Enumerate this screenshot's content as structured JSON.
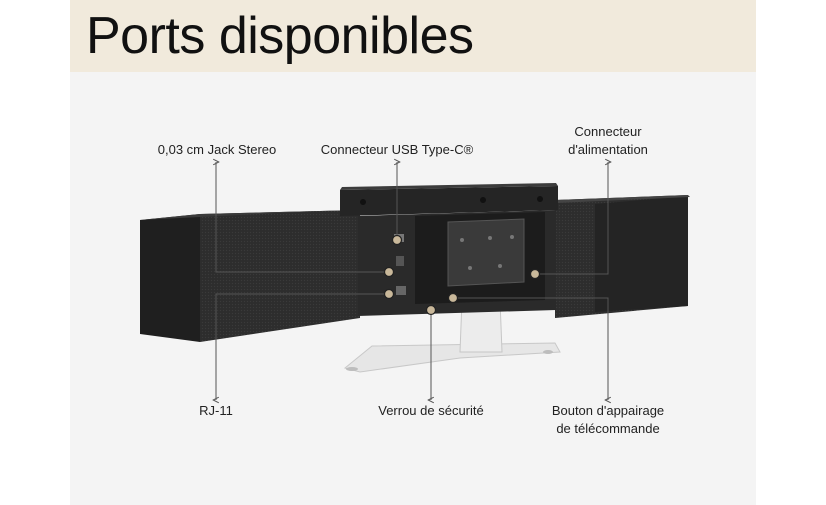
{
  "page": {
    "title": "Ports disponibles"
  },
  "labels": {
    "jack": "0,03 cm Jack Stereo",
    "usb": "Connecteur USB Type-C®",
    "power_line1": "Connecteur",
    "power_line2": "d'alimentation",
    "rj11": "RJ-11",
    "lock": "Verrou de sécurité",
    "pair_line1": "Bouton d'appairage",
    "pair_line2": "de télécommande"
  },
  "colors": {
    "title_bg": "#f1eadc",
    "panel_bg": "#f4f4f4",
    "device": "#2b2b2b",
    "leader": "#555555",
    "port_marker": "#c9b89a"
  }
}
